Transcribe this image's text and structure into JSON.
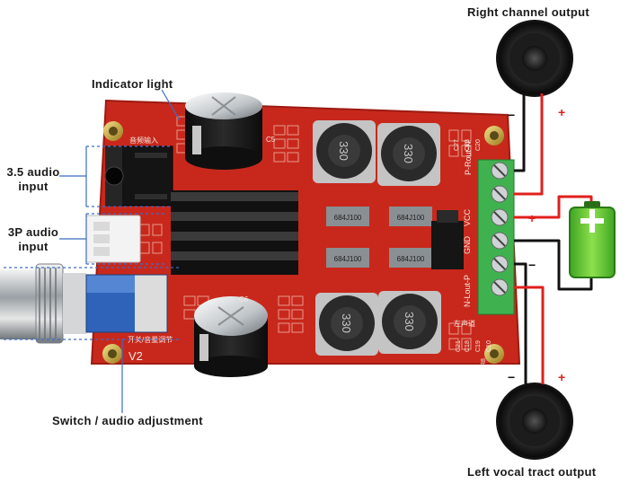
{
  "labels": {
    "right_output": "Right channel output",
    "indicator": "Indicator light",
    "audio35_line1": "3.5 audio",
    "audio35_line2": "input",
    "audio3p_line1": "3P audio",
    "audio3p_line2": "input",
    "switch": "Switch / audio adjustment",
    "left_output": "Left vocal tract output"
  },
  "pcb": {
    "version": "V2",
    "switch_text": "开关/音量调节",
    "audio_in_text": "音频输入",
    "inductor_code": "330",
    "resistor_code": "684J100",
    "cap_label_top": "C5",
    "cap_label_bottom": "C6",
    "terminal_labels": [
      "P-Rout-N",
      "VCC",
      "GND",
      "N-Lout-P"
    ],
    "channel_text": "左声道",
    "top_caps": [
      "C20",
      "C23",
      "C27"
    ],
    "bottom_caps": [
      "C18",
      "C21"
    ],
    "right_side_codes": [
      "C19",
      "C10",
      "R8"
    ]
  },
  "polarity": {
    "plus": "+",
    "minus": "−"
  },
  "colors": {
    "pcb": "#c8281c",
    "terminal": "#3fb24f",
    "heatsink": "#111111",
    "speaker": "#1a1a1a",
    "wire_red": "#e0201c",
    "wire_black": "#111111",
    "battery": "#5cc435"
  }
}
